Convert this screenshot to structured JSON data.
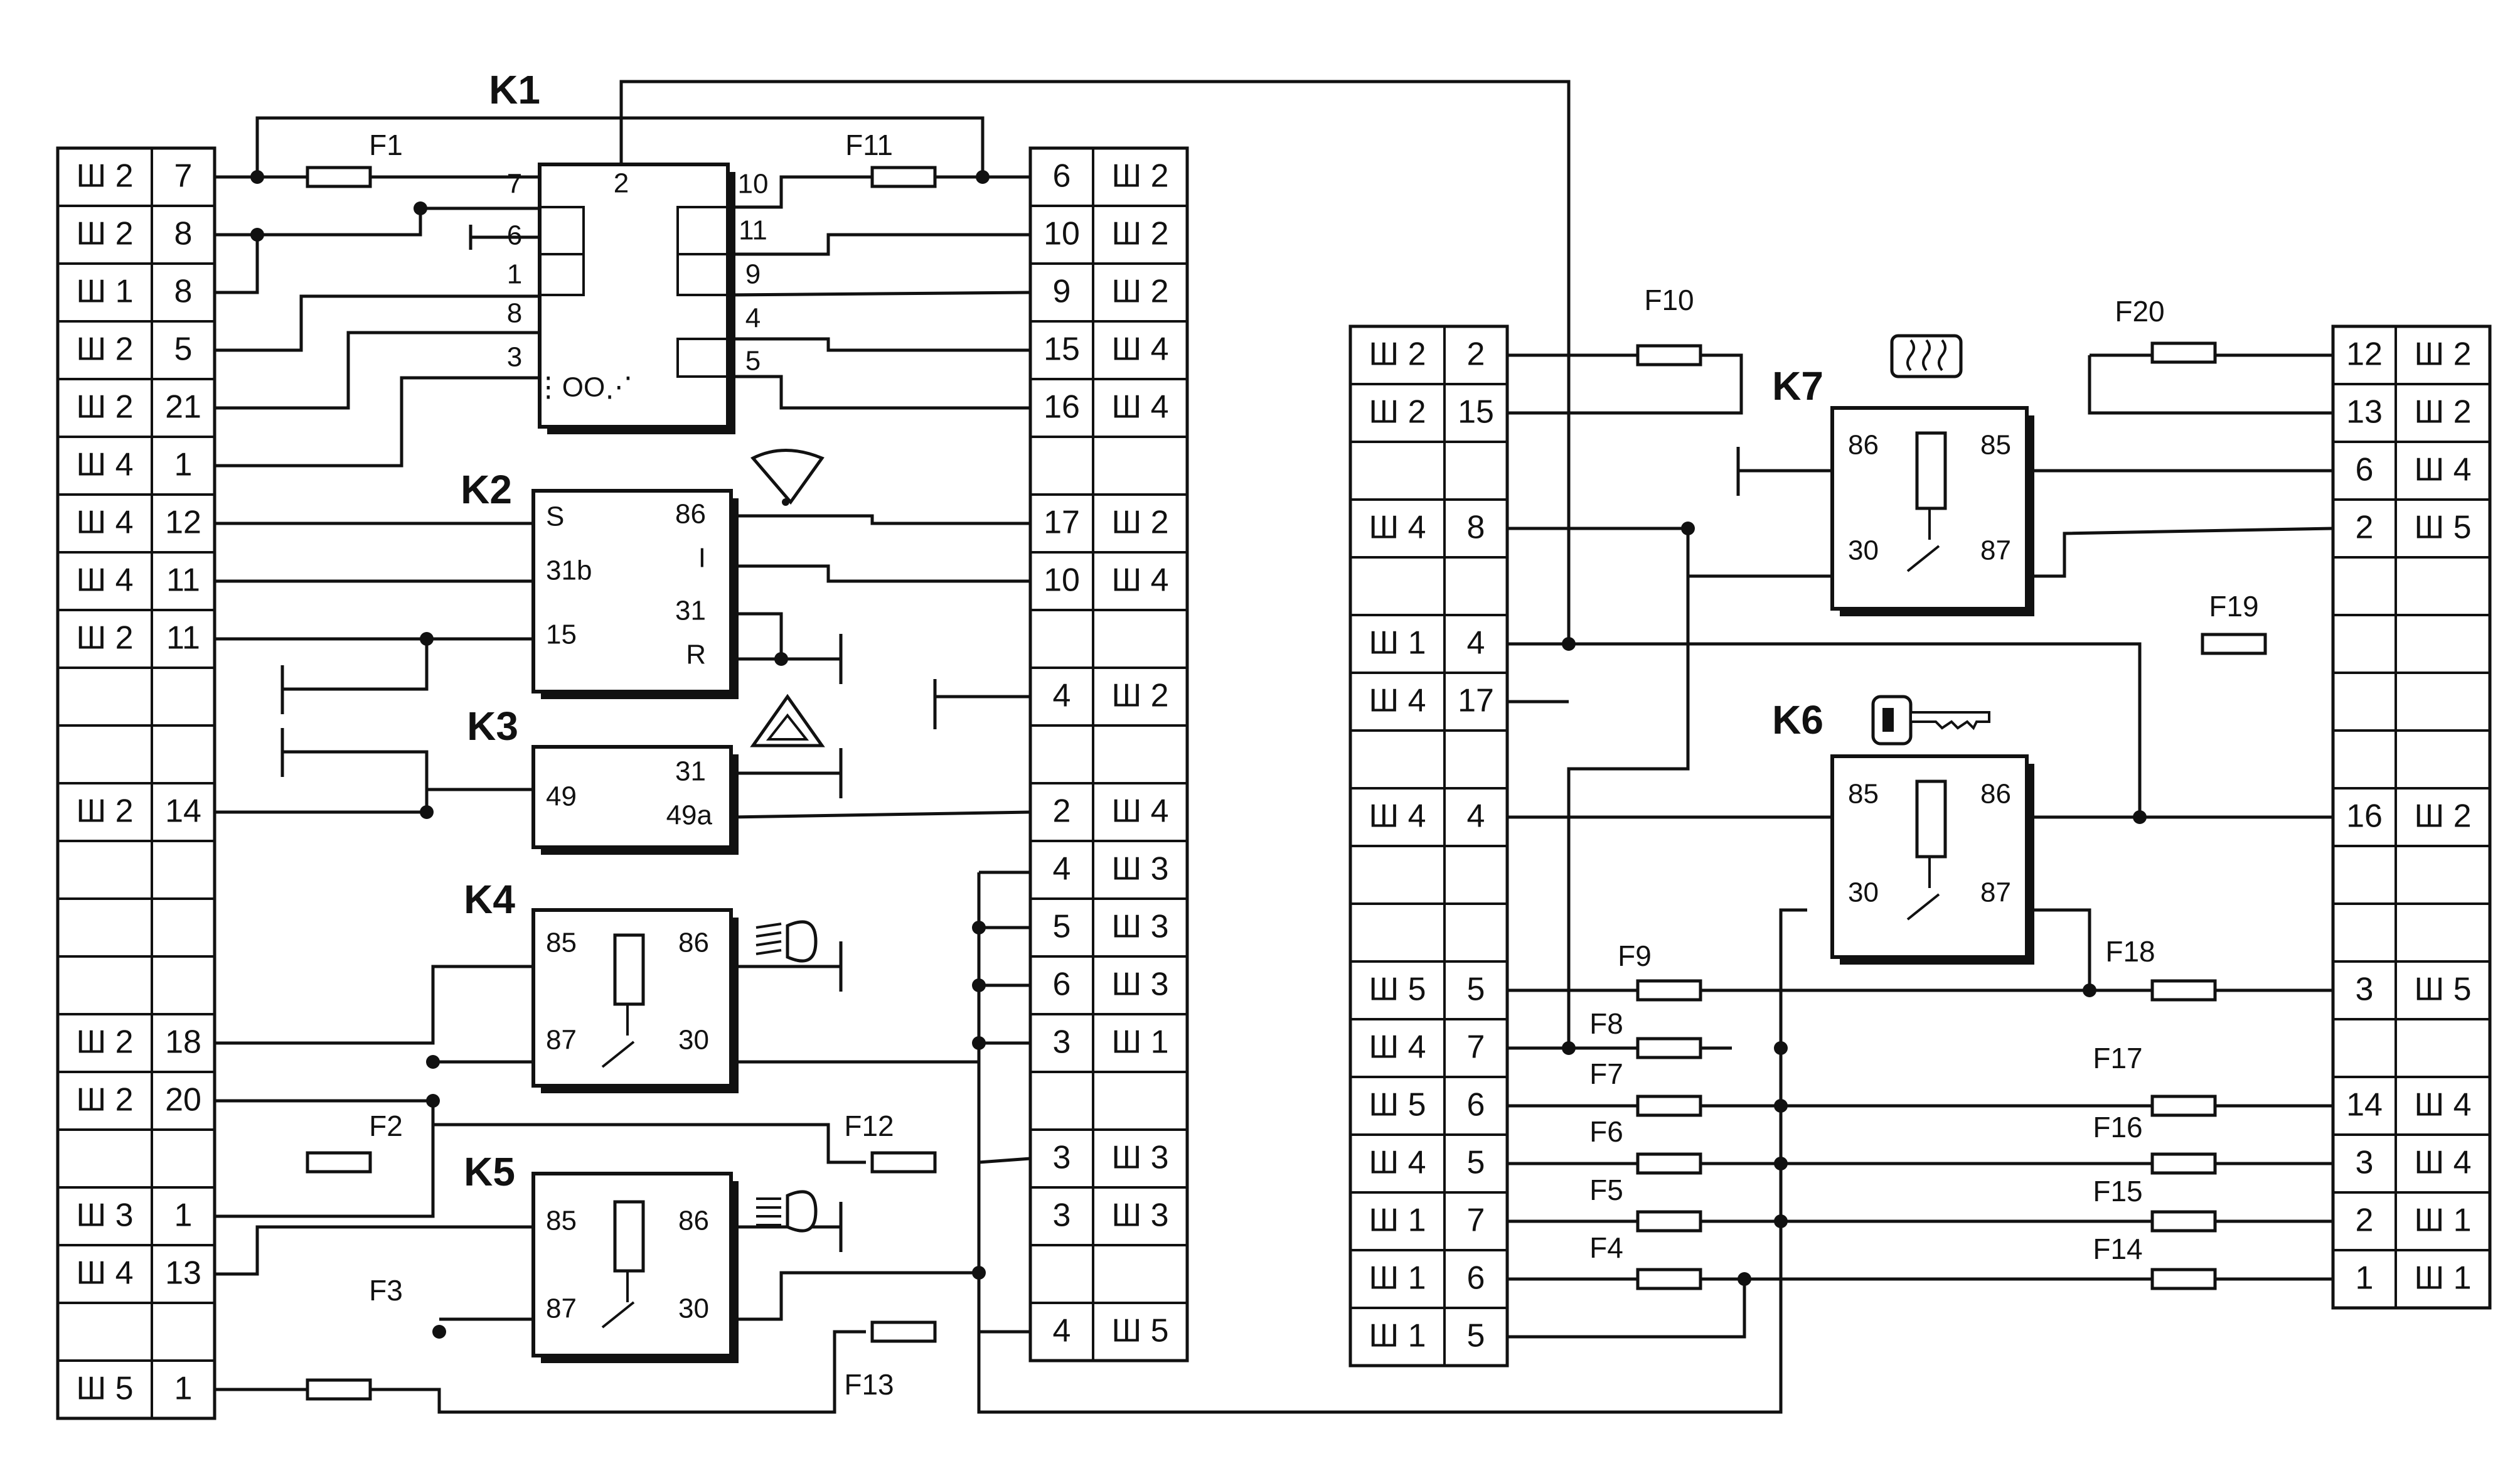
{
  "left_block": [
    {
      "plug": "Ш 2",
      "pin": "7"
    },
    {
      "plug": "Ш 2",
      "pin": "8"
    },
    {
      "plug": "Ш 1",
      "pin": "8"
    },
    {
      "plug": "Ш 2",
      "pin": "5"
    },
    {
      "plug": "Ш 2",
      "pin": "21"
    },
    {
      "plug": "Ш 4",
      "pin": "1"
    },
    {
      "plug": "Ш 4",
      "pin": "12"
    },
    {
      "plug": "Ш 4",
      "pin": "11"
    },
    {
      "plug": "Ш 2",
      "pin": "11"
    },
    {
      "plug": "",
      "pin": ""
    },
    {
      "plug": "",
      "pin": ""
    },
    {
      "plug": "Ш 2",
      "pin": "14"
    },
    {
      "plug": "",
      "pin": ""
    },
    {
      "plug": "",
      "pin": ""
    },
    {
      "plug": "",
      "pin": ""
    },
    {
      "plug": "Ш 2",
      "pin": "18"
    },
    {
      "plug": "Ш 2",
      "pin": "20"
    },
    {
      "plug": "",
      "pin": ""
    },
    {
      "plug": "Ш 3",
      "pin": "1"
    },
    {
      "plug": "Ш 4",
      "pin": "13"
    },
    {
      "plug": "",
      "pin": ""
    },
    {
      "plug": "Ш 5",
      "pin": "1"
    }
  ],
  "mid_block": [
    {
      "pin": "6",
      "plug": "Ш 2"
    },
    {
      "pin": "10",
      "plug": "Ш 2"
    },
    {
      "pin": "9",
      "plug": "Ш 2"
    },
    {
      "pin": "15",
      "plug": "Ш 4"
    },
    {
      "pin": "16",
      "plug": "Ш 4"
    },
    {
      "pin": "",
      "plug": ""
    },
    {
      "pin": "17",
      "plug": "Ш 2"
    },
    {
      "pin": "10",
      "plug": "Ш 4"
    },
    {
      "pin": "",
      "plug": ""
    },
    {
      "pin": "4",
      "plug": "Ш 2"
    },
    {
      "pin": "",
      "plug": ""
    },
    {
      "pin": "2",
      "plug": "Ш 4"
    },
    {
      "pin": "4",
      "plug": "Ш 3"
    },
    {
      "pin": "5",
      "plug": "Ш 3"
    },
    {
      "pin": "6",
      "plug": "Ш 3"
    },
    {
      "pin": "3",
      "plug": "Ш 1"
    },
    {
      "pin": "",
      "plug": ""
    },
    {
      "pin": "3",
      "plug": "Ш 3"
    },
    {
      "pin": "3",
      "plug": "Ш 3"
    },
    {
      "pin": "",
      "plug": ""
    },
    {
      "pin": "4",
      "plug": "Ш 5"
    }
  ],
  "right_left_block": [
    {
      "plug": "Ш 2",
      "pin": "2"
    },
    {
      "plug": "Ш 2",
      "pin": "15"
    },
    {
      "plug": "",
      "pin": ""
    },
    {
      "plug": "Ш 4",
      "pin": "8"
    },
    {
      "plug": "",
      "pin": ""
    },
    {
      "plug": "Ш 1",
      "pin": "4"
    },
    {
      "plug": "Ш 4",
      "pin": "17"
    },
    {
      "plug": "",
      "pin": ""
    },
    {
      "plug": "Ш 4",
      "pin": "4"
    },
    {
      "plug": "",
      "pin": ""
    },
    {
      "plug": "",
      "pin": ""
    },
    {
      "plug": "Ш 5",
      "pin": "5"
    },
    {
      "plug": "Ш 4",
      "pin": "7"
    },
    {
      "plug": "Ш 5",
      "pin": "6"
    },
    {
      "plug": "Ш 4",
      "pin": "5"
    },
    {
      "plug": "Ш 1",
      "pin": "7"
    },
    {
      "plug": "Ш 1",
      "pin": "6"
    },
    {
      "plug": "Ш 1",
      "pin": "5"
    }
  ],
  "right_right_block": [
    {
      "pin": "12",
      "plug": "Ш 2"
    },
    {
      "pin": "13",
      "plug": "Ш 2"
    },
    {
      "pin": "6",
      "plug": "Ш 4"
    },
    {
      "pin": "2",
      "plug": "Ш 5"
    },
    {
      "pin": "",
      "plug": ""
    },
    {
      "pin": "",
      "plug": ""
    },
    {
      "pin": "",
      "plug": ""
    },
    {
      "pin": "",
      "plug": ""
    },
    {
      "pin": "16",
      "plug": "Ш 2"
    },
    {
      "pin": "",
      "plug": ""
    },
    {
      "pin": "",
      "plug": ""
    },
    {
      "pin": "3",
      "plug": "Ш 5"
    },
    {
      "pin": "",
      "plug": ""
    },
    {
      "pin": "14",
      "plug": "Ш 4"
    },
    {
      "pin": "3",
      "plug": "Ш 4"
    },
    {
      "pin": "2",
      "plug": "Ш 1"
    },
    {
      "pin": "1",
      "plug": "Ш 1"
    }
  ],
  "components": {
    "K1": {
      "name": "K1",
      "pins_left": [
        "7",
        "6",
        "1",
        "8",
        "3"
      ],
      "pin_top": "2",
      "pins_right": [
        "10",
        "11",
        "9",
        "4",
        "5"
      ]
    },
    "K2": {
      "name": "K2",
      "left": [
        "S",
        "31b",
        "15"
      ],
      "right": [
        "86",
        "I",
        "31",
        "R"
      ]
    },
    "K3": {
      "name": "K3",
      "left": [
        "49"
      ],
      "right": [
        "31",
        "49a"
      ]
    },
    "K4": {
      "name": "K4",
      "pins": [
        "85",
        "86",
        "87",
        "30"
      ]
    },
    "K5": {
      "name": "K5",
      "pins": [
        "85",
        "86",
        "87",
        "30"
      ]
    },
    "K6": {
      "name": "K6",
      "pins": [
        "85",
        "86",
        "30",
        "87"
      ]
    },
    "K7": {
      "name": "K7",
      "pins": [
        "86",
        "85",
        "30",
        "87"
      ]
    }
  },
  "fuses": {
    "F1": "F1",
    "F2": "F2",
    "F3": "F3",
    "F4": "F4",
    "F5": "F5",
    "F6": "F6",
    "F7": "F7",
    "F8": "F8",
    "F9": "F9",
    "F10": "F10",
    "F11": "F11",
    "F12": "F12",
    "F13": "F13",
    "F14": "F14",
    "F15": "F15",
    "F16": "F16",
    "F17": "F17",
    "F18": "F18",
    "F19": "F19",
    "F20": "F20"
  },
  "icons": {
    "K1": "hazard-flasher-lamp-icon",
    "K2": "wiper-icon",
    "K3": "hazard-triangle-icon",
    "K4": "high-beam-icon",
    "K5": "low-beam-icon",
    "K6": "ignition-key-icon",
    "K7": "rear-window-heater-icon"
  }
}
